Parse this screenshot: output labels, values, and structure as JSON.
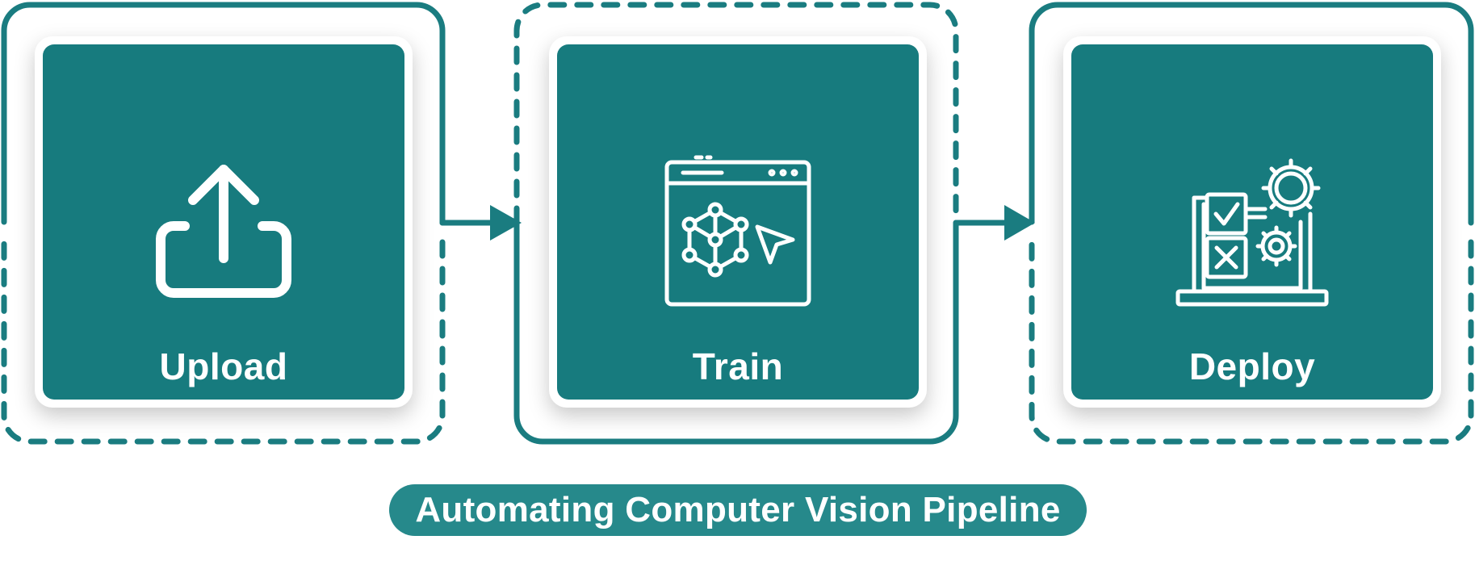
{
  "colors": {
    "teal_dark": "#177b7e",
    "teal_stroke": "#1a7c80",
    "caption_bg": "#26898b",
    "text": "#ffffff"
  },
  "steps": [
    {
      "label": "Upload",
      "icon": "upload-icon"
    },
    {
      "label": "Train",
      "icon": "3d-model-training-window-icon"
    },
    {
      "label": "Deploy",
      "icon": "laptop-checklist-gears-icon"
    }
  ],
  "caption": "Automating Computer Vision Pipeline"
}
